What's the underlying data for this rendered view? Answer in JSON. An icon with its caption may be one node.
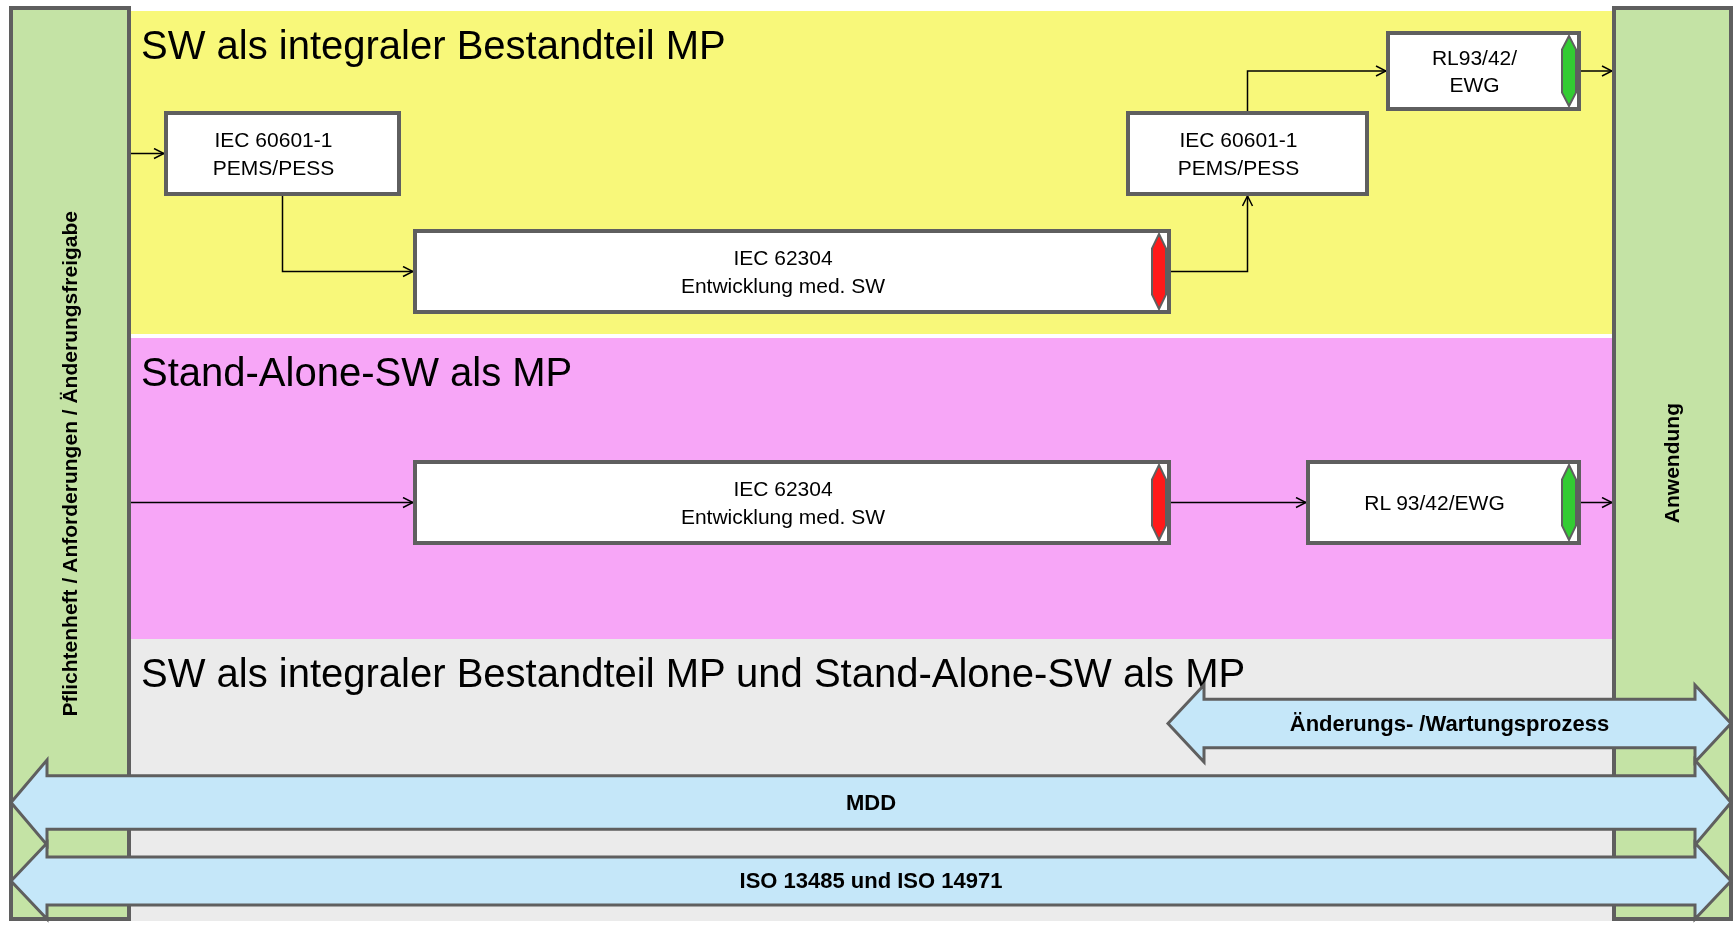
{
  "diagram": {
    "nodes": [
      {
        "text": [
          "Pflichtenheft / Anforderungen / Änderungsfreigabe"
        ]
      },
      {
        "text": [
          "SW als integraler Bestandteil MP"
        ]
      },
      {
        "text": [
          "IEC 60601-1",
          "PEMS/PESS"
        ],
        "in": 1
      },
      {
        "text": [
          "IEC 62304",
          "Entwicklung med. SW"
        ],
        "in": 1
      },
      {
        "text": [
          "IEC 60601-1",
          "PEMS/PESS"
        ],
        "in": 1
      },
      {
        "text": [
          "RL93/42/ EWG"
        ],
        "in": 1
      },
      {
        "text": [
          "Stand-Alone-SW als MP"
        ]
      },
      {
        "text": [
          "IEC 62304",
          "Entwicklung med. SW"
        ],
        "in": 6
      },
      {
        "text": [
          "RL 93/42/EWG"
        ],
        "in": 6
      },
      {
        "text": [
          "SW als integraler Bestandteil MP und Stand-Alone-SW als MP"
        ]
      },
      {
        "text": [
          "Anwendung"
        ]
      },
      {
        "text": [
          "Änderungs- /Wartungsprozess"
        ]
      },
      {
        "text": [
          "MDD"
        ]
      },
      {
        "text": [
          "ISO 13485 und ISO 14971"
        ]
      }
    ],
    "edges": [
      {
        "from": 0,
        "to": 2,
        "arrow": "to"
      },
      {
        "from": 2,
        "to": 3,
        "arrow": "to"
      },
      {
        "from": 3,
        "to": 4,
        "arrow": "to"
      },
      {
        "from": 4,
        "to": 5,
        "arrow": "to"
      },
      {
        "from": 5,
        "to": 10,
        "arrow": "to"
      },
      {
        "from": 0,
        "to": 7,
        "arrow": "to"
      },
      {
        "from": 7,
        "to": 8,
        "arrow": "to"
      },
      {
        "from": 8,
        "to": 10,
        "arrow": "to"
      }
    ]
  }
}
